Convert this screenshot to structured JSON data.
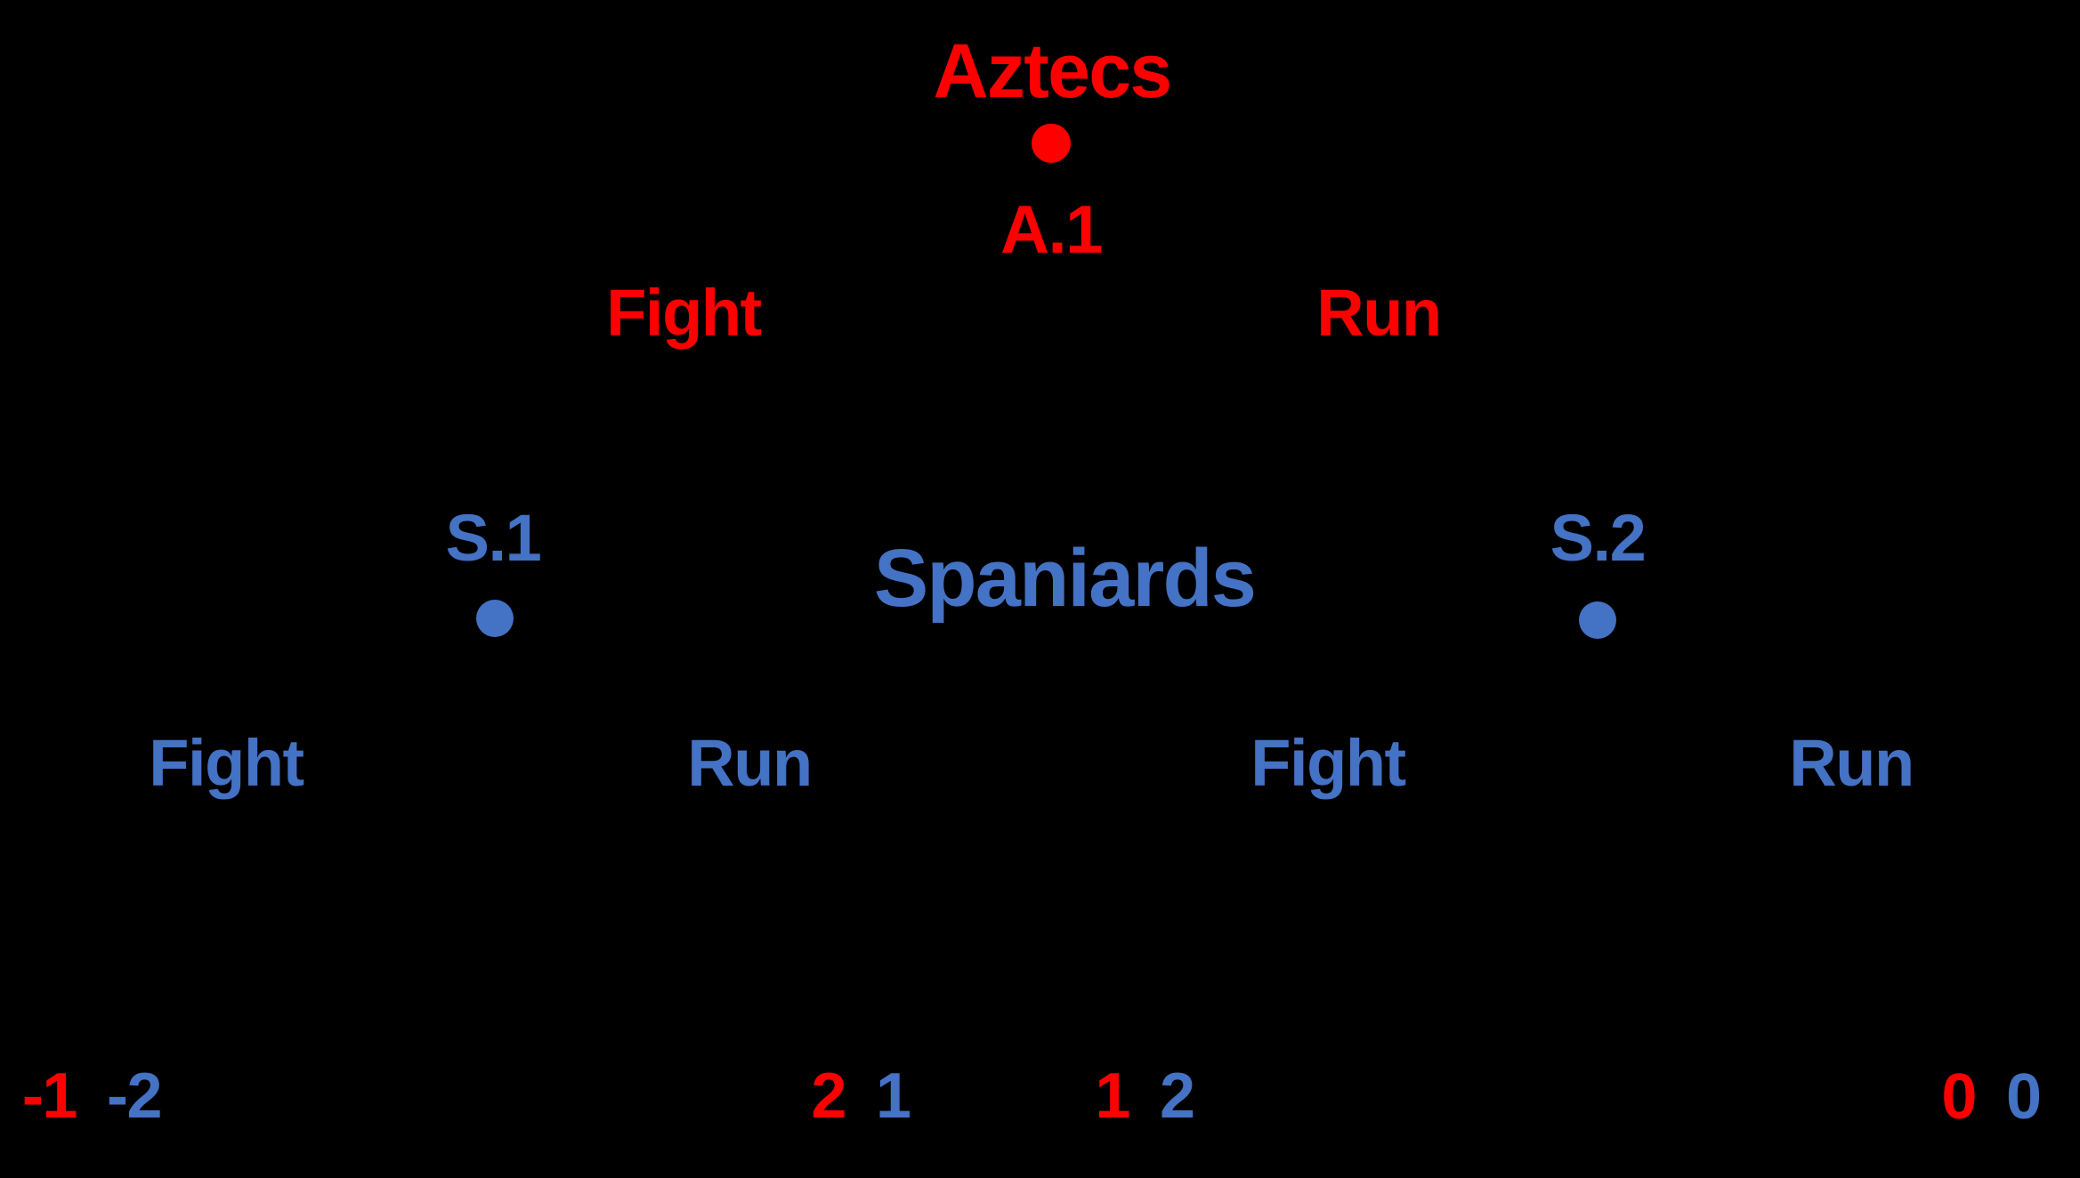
{
  "diagram": {
    "type": "game-tree",
    "top_player": "Aztecs",
    "bottom_player": "Spaniards",
    "root_node": {
      "id": "A.1",
      "actions": {
        "left": "Fight",
        "right": "Run"
      }
    },
    "spaniard_nodes": {
      "left": {
        "id": "S.1",
        "actions": {
          "left": "Fight",
          "right": "Run"
        }
      },
      "right": {
        "id": "S.2",
        "actions": {
          "left": "Fight",
          "right": "Run"
        }
      }
    },
    "payoffs": [
      {
        "aztec": "-1",
        "spaniard": "-2"
      },
      {
        "aztec": "2",
        "spaniard": "1"
      },
      {
        "aztec": "1",
        "spaniard": "2"
      },
      {
        "aztec": "0",
        "spaniard": "0"
      }
    ],
    "colors": {
      "aztecs_red": "#ff0000",
      "spaniards_blue": "#4472c4",
      "background": "#000000"
    }
  }
}
